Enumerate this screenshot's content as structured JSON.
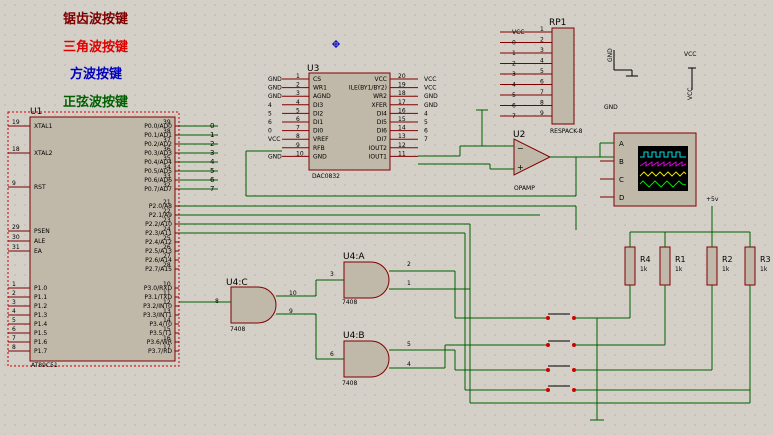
{
  "labels": {
    "sawtooth": "锯齿波按键",
    "triangle": "三角波按键",
    "square": "方波按键",
    "sine": "正弦波按键"
  },
  "colors": {
    "sawtooth": "#800000",
    "triangle": "#e00000",
    "square": "#0000c0",
    "sine": "#006000",
    "component_fill": "#c0b8a8",
    "wire": "#006000",
    "component_outline": "#800000"
  },
  "u1": {
    "ref": "U1",
    "part": "AT89C51",
    "left_pins": [
      {
        "num": "19",
        "name": "XTAL1"
      },
      {
        "num": "18",
        "name": "XTAL2"
      },
      {
        "num": "9",
        "name": "RST"
      },
      {
        "num": "29",
        "name": "PSEN"
      },
      {
        "num": "30",
        "name": "ALE"
      },
      {
        "num": "31",
        "name": "EA"
      },
      {
        "num": "1",
        "name": "P1.0"
      },
      {
        "num": "2",
        "name": "P1.1"
      },
      {
        "num": "3",
        "name": "P1.2"
      },
      {
        "num": "4",
        "name": "P1.3"
      },
      {
        "num": "5",
        "name": "P1.4"
      },
      {
        "num": "6",
        "name": "P1.5"
      },
      {
        "num": "7",
        "name": "P1.6"
      },
      {
        "num": "8",
        "name": "P1.7"
      }
    ],
    "right_pins": [
      {
        "num": "39",
        "name": "P0.0/AD0",
        "out": "0"
      },
      {
        "num": "38",
        "name": "P0.1/AD1",
        "out": "1"
      },
      {
        "num": "37",
        "name": "P0.2/AD2",
        "out": "2"
      },
      {
        "num": "36",
        "name": "P0.3/AD3",
        "out": "3"
      },
      {
        "num": "35",
        "name": "P0.4/AD4",
        "out": "4"
      },
      {
        "num": "34",
        "name": "P0.5/AD5",
        "out": "5"
      },
      {
        "num": "33",
        "name": "P0.6/AD6",
        "out": "6"
      },
      {
        "num": "32",
        "name": "P0.7/AD7",
        "out": "7"
      },
      {
        "num": "21",
        "name": "P2.0/A8"
      },
      {
        "num": "22",
        "name": "P2.1/A9"
      },
      {
        "num": "23",
        "name": "P2.2/A10"
      },
      {
        "num": "24",
        "name": "P2.3/A11"
      },
      {
        "num": "25",
        "name": "P2.4/A12"
      },
      {
        "num": "26",
        "name": "P2.5/A13"
      },
      {
        "num": "27",
        "name": "P2.6/A14"
      },
      {
        "num": "28",
        "name": "P2.7/A15"
      },
      {
        "num": "10",
        "name": "P3.0/RXD"
      },
      {
        "num": "11",
        "name": "P3.1/TXD"
      },
      {
        "num": "12",
        "name": "P3.2/INT0"
      },
      {
        "num": "13",
        "name": "P3.3/INT1"
      },
      {
        "num": "14",
        "name": "P3.4/T0"
      },
      {
        "num": "15",
        "name": "P3.5/T1"
      },
      {
        "num": "16",
        "name": "P3.6/WR"
      },
      {
        "num": "17",
        "name": "P3.7/RD"
      }
    ]
  },
  "u3": {
    "ref": "U3",
    "part": "DAC0832",
    "left_pins": [
      {
        "net": "GND",
        "num": "1",
        "name": "CS"
      },
      {
        "net": "GND",
        "num": "2",
        "name": "WR1"
      },
      {
        "net": "GND",
        "num": "3",
        "name": "AGND"
      },
      {
        "net": "4",
        "num": "4",
        "name": "DI3"
      },
      {
        "net": "5",
        "num": "5",
        "name": "DI2"
      },
      {
        "net": "6",
        "num": "6",
        "name": "DI1"
      },
      {
        "net": "0",
        "num": "7",
        "name": "DI0"
      },
      {
        "net": "VCC",
        "num": "8",
        "name": "VREF"
      },
      {
        "net": "",
        "num": "9",
        "name": "RFB"
      },
      {
        "net": "GND",
        "num": "10",
        "name": "GND"
      }
    ],
    "right_pins": [
      {
        "net": "VCC",
        "num": "20",
        "name": "VCC"
      },
      {
        "net": "VCC",
        "num": "19",
        "name": "ILE(BY1/BY2)"
      },
      {
        "net": "GND",
        "num": "18",
        "name": "WR2"
      },
      {
        "net": "GND",
        "num": "17",
        "name": "XFER"
      },
      {
        "net": "4",
        "num": "16",
        "name": "DI4"
      },
      {
        "net": "5",
        "num": "15",
        "name": "DI5"
      },
      {
        "net": "6",
        "num": "14",
        "name": "DI6"
      },
      {
        "net": "7",
        "num": "13",
        "name": "DI7"
      },
      {
        "net": "",
        "num": "12",
        "name": "IOUT2"
      },
      {
        "net": "",
        "num": "11",
        "name": "IOUT1"
      }
    ]
  },
  "rp1": {
    "ref": "RP1",
    "part": "RESPACK-8",
    "pins": [
      {
        "num": "1",
        "net": "VCC"
      },
      {
        "num": "2",
        "net": "0"
      },
      {
        "num": "3",
        "net": "1"
      },
      {
        "num": "4",
        "net": "2"
      },
      {
        "num": "5",
        "net": "3"
      },
      {
        "num": "6",
        "net": "4"
      },
      {
        "num": "7",
        "net": "5"
      },
      {
        "num": "8",
        "net": "6"
      },
      {
        "num": "9",
        "net": "7"
      }
    ]
  },
  "u2": {
    "ref": "U2",
    "part": "OPAMP"
  },
  "scope": {
    "channels": [
      "A",
      "B",
      "C",
      "D"
    ]
  },
  "u4c": {
    "ref": "U4:C",
    "part": "7408",
    "in_pin": "8",
    "out_pin1": "10",
    "out_pin2": "9"
  },
  "u4a": {
    "ref": "U4:A",
    "part": "7408",
    "pin_a": "3",
    "pin_b": "2",
    "pin_c": "1"
  },
  "u4b": {
    "ref": "U4:B",
    "part": "7408",
    "pin_a": "6",
    "pin_b": "5",
    "pin_c": "4"
  },
  "resistors": [
    {
      "ref": "R4",
      "value": "1k"
    },
    {
      "ref": "R1",
      "value": "1k"
    },
    {
      "ref": "R2",
      "value": "1k"
    },
    {
      "ref": "R3",
      "value": "1k"
    }
  ],
  "power": {
    "plus5": "+5v",
    "vcc": "VCC",
    "gnd": "GND"
  }
}
